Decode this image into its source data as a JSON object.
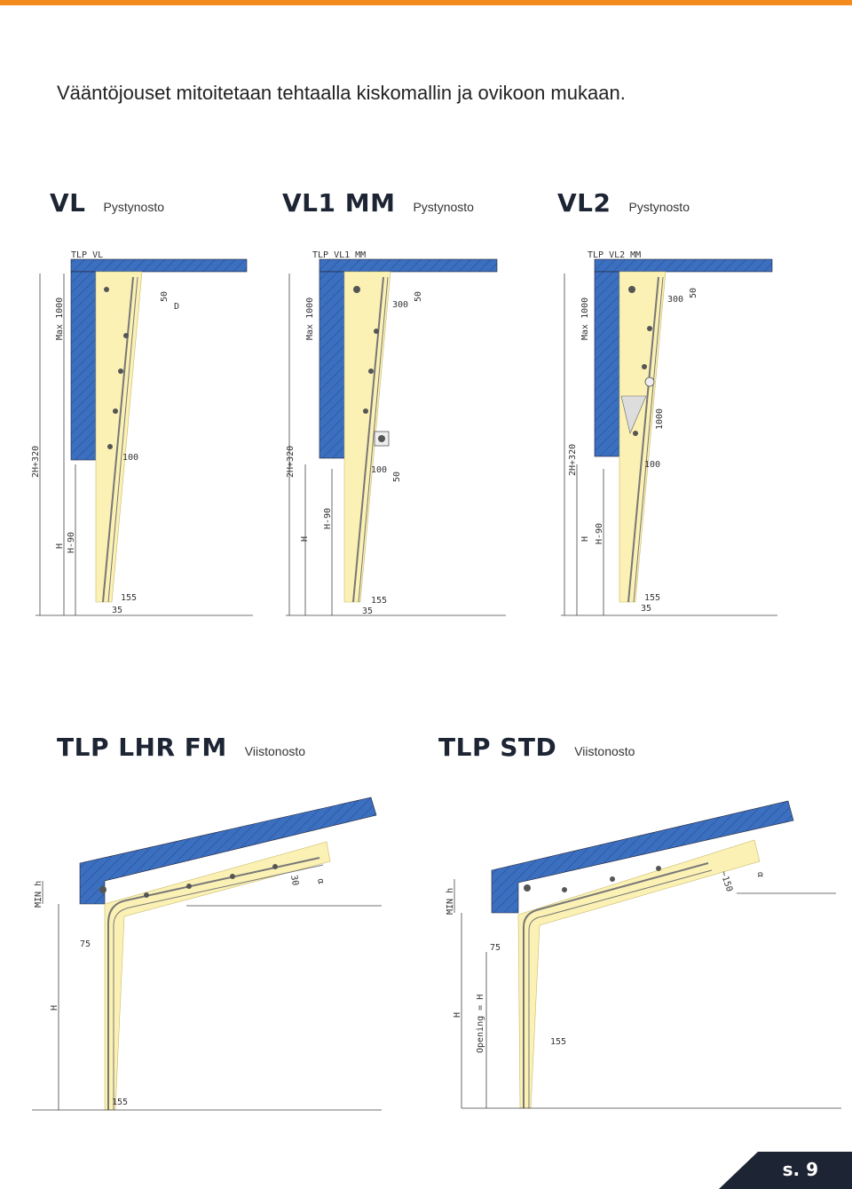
{
  "accent_color": "#f28a1e",
  "wall_color": "#3b6fc0",
  "track_fill_color": "#fbf1b4",
  "intro_text": "Vääntöjouset mitoitetaan tehtaalla kiskomallin ja ovikoon mukaan.",
  "sections": [
    {
      "title": "VL",
      "subtitle": "Pystynosto",
      "drawing_label": "TLP VL",
      "dims": {
        "max": "Max 1000",
        "total": "2H+320",
        "h": "H",
        "h90": "H-90",
        "d50": "50",
        "d": "D",
        "d100": "100",
        "d155": "155",
        "d35": "35"
      }
    },
    {
      "title": "VL1 MM",
      "subtitle": "Pystynosto",
      "drawing_label": "TLP VL1 MM",
      "dims": {
        "max": "Max 1000",
        "total": "2H+320",
        "h": "H",
        "h90": "H-90",
        "d50": "50",
        "d300": "300",
        "d100": "100",
        "d50b": "50",
        "d155": "155",
        "d35": "35"
      }
    },
    {
      "title": "VL2",
      "subtitle": "Pystynosto",
      "drawing_label": "TLP VL2 MM",
      "dims": {
        "max": "Max 1000",
        "total": "2H+320",
        "h": "H",
        "h90": "H-90",
        "d300": "300",
        "d50": "50",
        "d1000": "1000",
        "d100": "100",
        "d155": "155",
        "d35": "35"
      }
    },
    {
      "title": "TLP LHR FM",
      "subtitle": "Viistonosto",
      "dims": {
        "minh": "MIN h",
        "h": "H",
        "d75": "75",
        "d30": "30",
        "a": "α",
        "d155": "155"
      }
    },
    {
      "title": "TLP STD",
      "subtitle": "Viistonosto",
      "dims": {
        "minh": "MIN h",
        "opening": "Opening = H",
        "h": "H",
        "d75": "75",
        "d150": "~150",
        "a": "α",
        "d155": "155"
      }
    }
  ],
  "page_number": "s. 9"
}
